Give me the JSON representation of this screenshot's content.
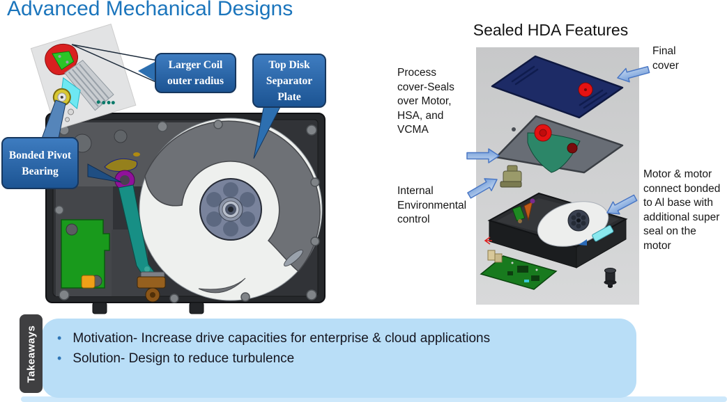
{
  "slide": {
    "title": "Advanced Mechanical Designs"
  },
  "colors": {
    "title_blue": "#1B75BC",
    "callout_fill": "#2D6FB0",
    "callout_border": "#17375E",
    "takeaway_box_bg": "#B9DEF7",
    "takeaway_tab_bg": "#3F3F41",
    "bullet_blue": "#2E75B6",
    "block_arrow_fill": "#8FB4E3",
    "final_cover_navy": "#1D2B66",
    "seal_red": "#E41212",
    "pcb_green": "#199A1C"
  },
  "left_figure": {
    "callouts": {
      "larger_coil": "Larger Coil outer radius",
      "top_disk": "Top Disk Separator Plate",
      "bonded_pivot": "Bonded Pivot Bearing"
    }
  },
  "right_figure": {
    "title": "Sealed HDA Features",
    "labels": {
      "final_cover": "Final cover",
      "process_cover": "Process cover-Seals over Motor, HSA, and VCMA",
      "internal_env": "Internal Environmental control",
      "motor": "Motor & motor connect bonded to Al base with additional super seal on the motor"
    }
  },
  "takeaways": {
    "tab": "Takeaways",
    "bullets": [
      "Motivation- Increase drive capacities for enterprise & cloud applications",
      "Solution- Design to reduce turbulence"
    ]
  }
}
